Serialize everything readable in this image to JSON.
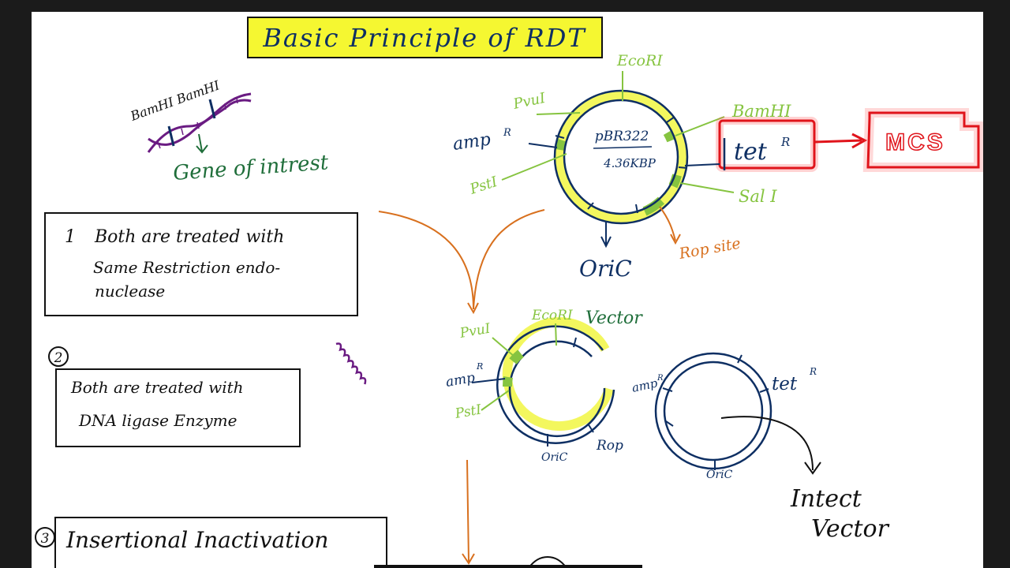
{
  "title": "Basic Principle of RDT",
  "colors": {
    "navy": "#0e2f63",
    "green": "#86c440",
    "yellow": "#f3f75e",
    "orange": "#d8701e",
    "red": "#e0141b",
    "purple": "#6a1b82",
    "darkgreen": "#1f6e3a",
    "title_bg": "#f5f731"
  },
  "dna": {
    "cut_labels": "BamHI  BamHI",
    "gene_label": "Gene of intrest"
  },
  "plasmid": {
    "name": "pBR322",
    "size": "4.36KBP",
    "labels": {
      "ecori": "EcoRI",
      "pvui": "PvuI",
      "ampr": "amp",
      "ampr_sup": "R",
      "psti": "PstI",
      "bamhi": "BamHI",
      "sali": "Sal I",
      "tetr": "tet",
      "tetr_sup": "R",
      "mcs": "MCS",
      "oric": "OriC",
      "rop": "Rop site"
    }
  },
  "steps": {
    "step1": {
      "number": "1",
      "line1": "Both are treated with",
      "line2": "Same Restriction endo-",
      "line3": "nuclease"
    },
    "step2": {
      "number": "2",
      "line1": "Both are treated with",
      "line2": "DNA ligase Enzyme"
    },
    "step3": {
      "number": "3",
      "line1": "Insertional Inactivation"
    }
  },
  "vector": {
    "title": "Vector",
    "labels": {
      "pvui": "PvuI",
      "ecori": "EcoRI",
      "ampr": "amp",
      "ampr_sup": "R",
      "psti": "PstI",
      "oric": "OriC",
      "rop": "Rop"
    }
  },
  "intact": {
    "ampr": "amp",
    "ampr_sup": "R",
    "tetr": "tet",
    "tetr_sup": "R",
    "oric": "OriC",
    "line1": "Intect",
    "line2": "Vector"
  }
}
